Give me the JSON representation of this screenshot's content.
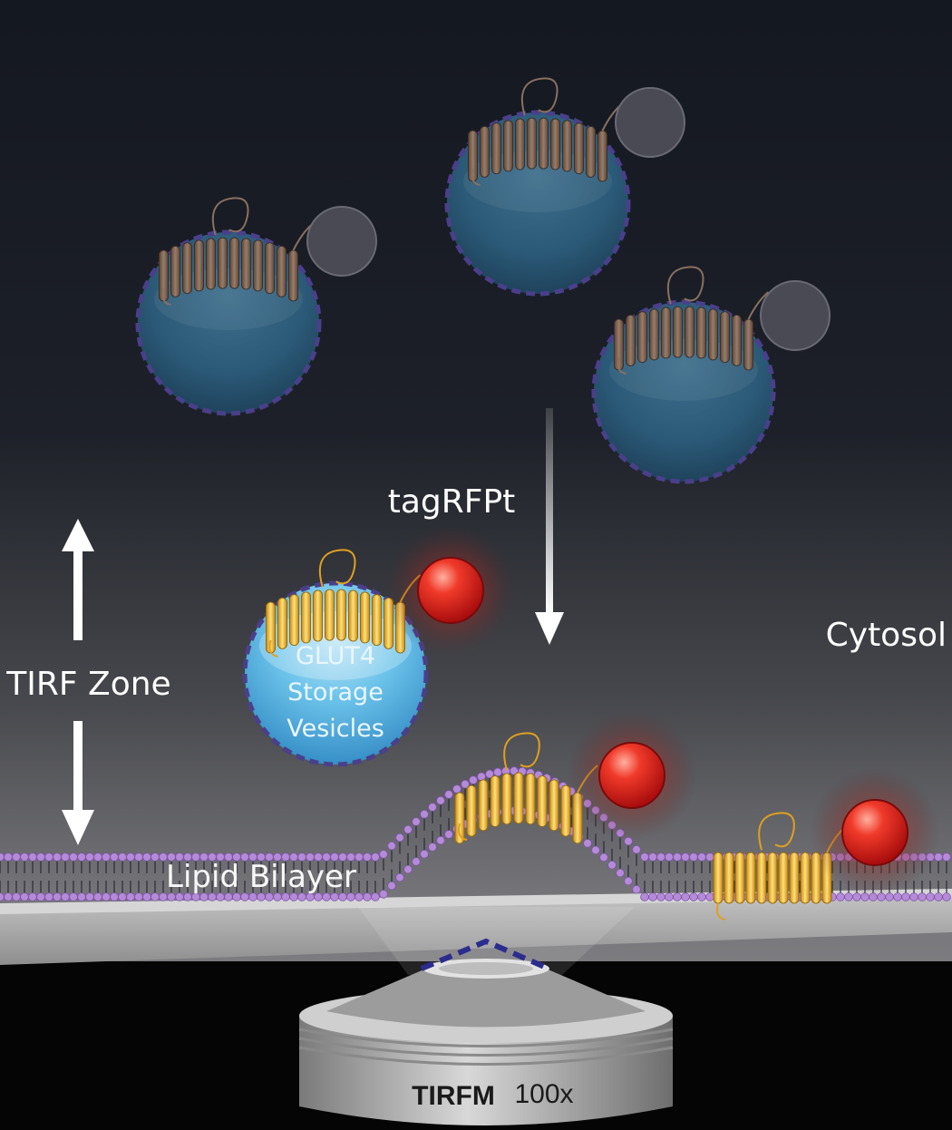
{
  "labels": {
    "tag": "tagRFPt",
    "cytosol": "Cytosol",
    "tirf_zone": "TIRF Zone",
    "vesicle_lines": [
      "GLUT4",
      "Storage",
      "Vesicles"
    ],
    "bilayer": "Lipid Bilayer",
    "objective_name": "TIRFM",
    "objective_mag": "100x"
  },
  "colors": {
    "background_top": "#141820",
    "background_bottom": "#77777b",
    "vesicle_dark": "#2b5a78",
    "vesicle_bright": "#4fb3e3",
    "vesicle_border": "#4a3f8a",
    "protein_dark": "#7d6452",
    "protein_bright": "#f2b52a",
    "fluor_dark": "#4a4a55",
    "fluor_bright": "#e41d1d",
    "membrane_head": "#b58ad8",
    "coverslip": "#b0b0b0",
    "objective": "#a8a8a8"
  }
}
